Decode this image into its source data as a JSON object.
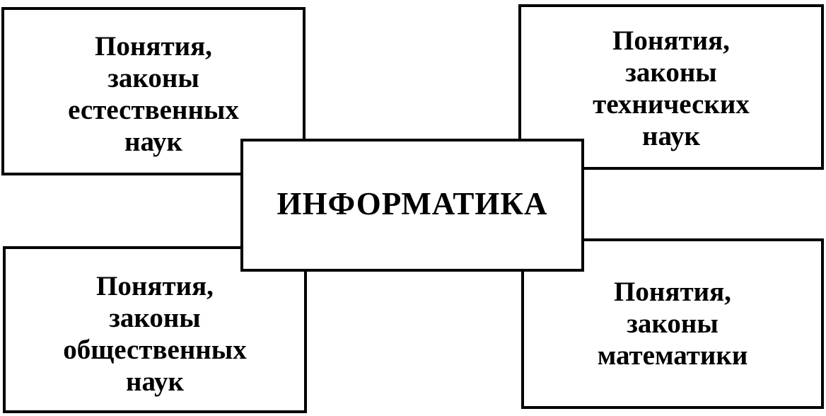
{
  "diagram": {
    "center": {
      "label": "ИНФОРМАТИКА"
    },
    "boxes": {
      "top_left": {
        "label": "Понятия,\nзаконы\nестественных\nнаук"
      },
      "top_right": {
        "label": "Понятия,\nзаконы\nтехнических\nнаук"
      },
      "bottom_left": {
        "label": "Понятия,\nзаконы\nобщественных\nнаук"
      },
      "bottom_right": {
        "label": "Понятия,\nзаконы\nматематики"
      }
    },
    "colors": {
      "border": "#000000",
      "text": "#000000",
      "background": "#ffffff"
    }
  }
}
